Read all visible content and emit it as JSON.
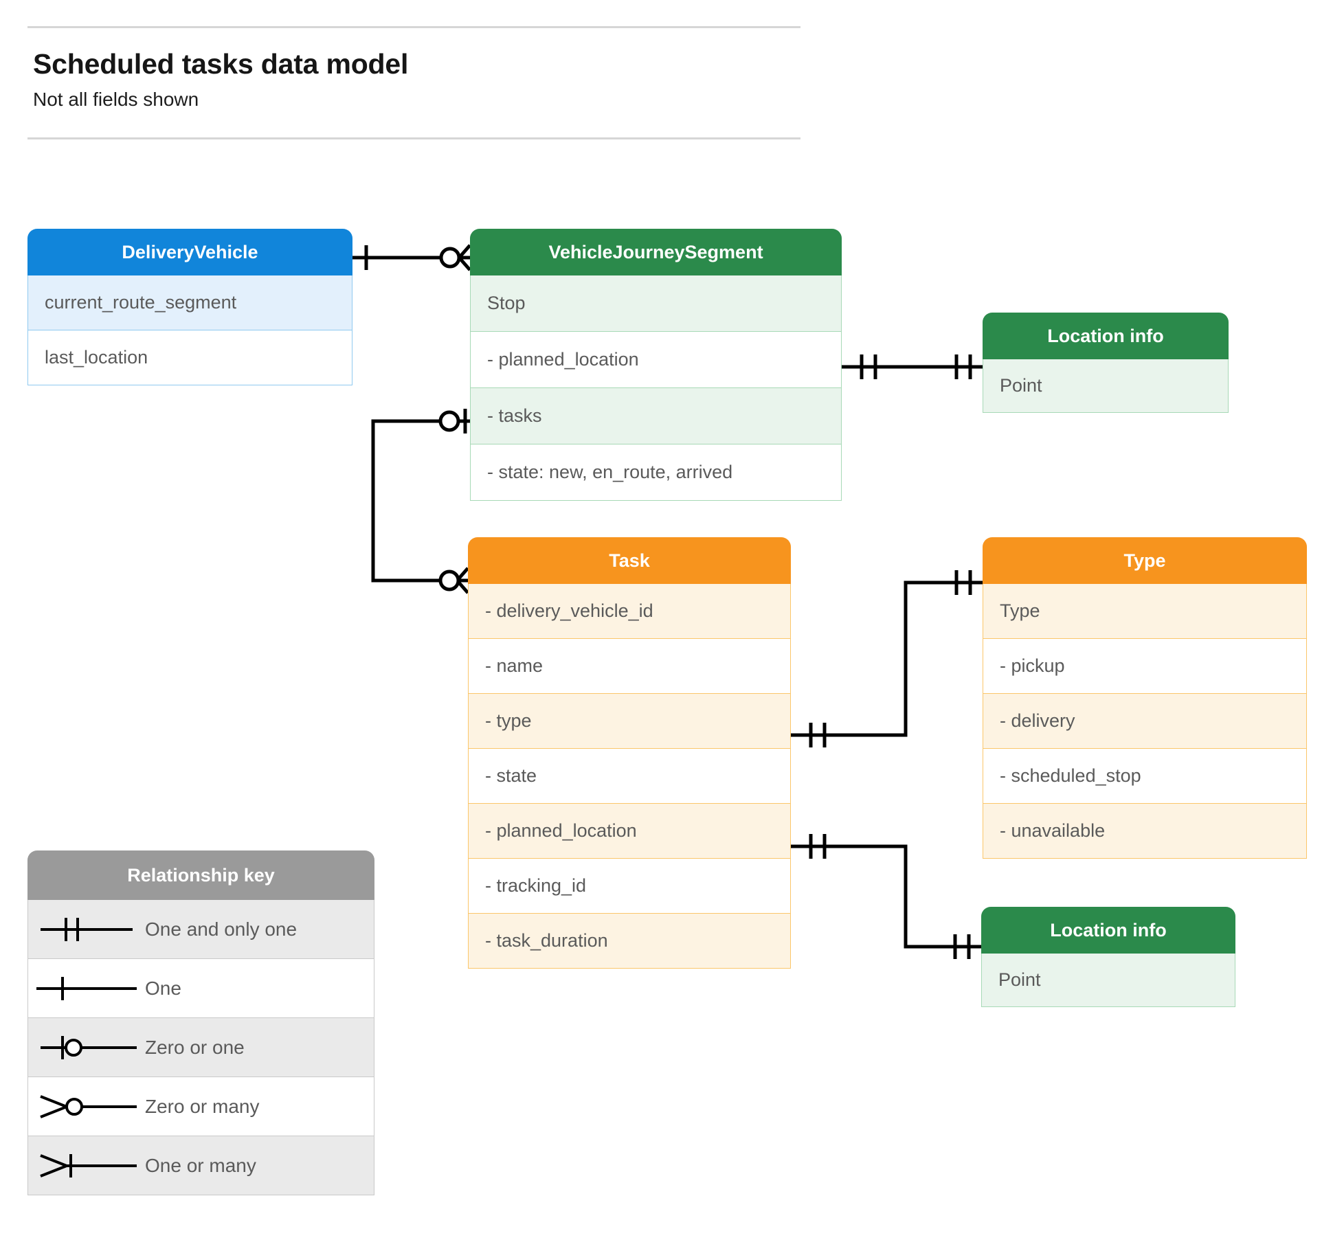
{
  "header": {
    "title": "Scheduled tasks data model",
    "subtitle": "Not all fields shown"
  },
  "entities": {
    "delivery_vehicle": {
      "title": "DeliveryVehicle",
      "color": "#1185da",
      "rows": [
        "current_route_segment",
        "last_location"
      ]
    },
    "vehicle_journey_segment": {
      "title": "VehicleJourneySegment",
      "color": "#2b8a4b",
      "rows": [
        "Stop",
        "-  planned_location",
        "- tasks",
        "- state: new, en_route, arrived"
      ]
    },
    "location_info_top": {
      "title": "Location info",
      "color": "#2b8a4b",
      "rows": [
        "Point"
      ]
    },
    "location_info_bottom": {
      "title": "Location info",
      "color": "#2b8a4b",
      "rows": [
        "Point"
      ]
    },
    "task": {
      "title": "Task",
      "color": "#f7941e",
      "rows": [
        "- delivery_vehicle_id",
        "- name",
        "- type",
        "- state",
        "- planned_location",
        "- tracking_id",
        "- task_duration"
      ]
    },
    "type": {
      "title": "Type",
      "color": "#f7941e",
      "rows": [
        "Type",
        "-   pickup",
        "-   delivery",
        "-   scheduled_stop",
        "-   unavailable"
      ]
    }
  },
  "legend": {
    "title": "Relationship key",
    "items": [
      {
        "symbol": "one-and-only-one",
        "label": "One and only one"
      },
      {
        "symbol": "one",
        "label": "One"
      },
      {
        "symbol": "zero-or-one",
        "label": "Zero or one"
      },
      {
        "symbol": "zero-or-many",
        "label": "Zero or many"
      },
      {
        "symbol": "one-or-many",
        "label": "One or many"
      }
    ]
  },
  "relationships": [
    {
      "from": "DeliveryVehicle",
      "from_cardinality": "one",
      "to": "VehicleJourneySegment",
      "to_cardinality": "zero-or-many"
    },
    {
      "from": "VehicleJourneySegment.planned_location",
      "from_cardinality": "one-and-only-one",
      "to": "Location info",
      "to_cardinality": "one-and-only-one"
    },
    {
      "from": "VehicleJourneySegment.tasks",
      "from_cardinality": "zero-or-one",
      "to": "Task",
      "to_cardinality": "zero-or-many"
    },
    {
      "from": "Task.type",
      "from_cardinality": "one-and-only-one",
      "to": "Type",
      "to_cardinality": "one-and-only-one"
    },
    {
      "from": "Task.planned_location",
      "from_cardinality": "one-and-only-one",
      "to": "Location info",
      "to_cardinality": "one-and-only-one"
    }
  ],
  "colors": {
    "blue": "#1185da",
    "blue_light": "#e3f0fc",
    "green": "#2b8a4b",
    "green_light": "#e9f4ec",
    "orange": "#f7941e",
    "orange_light": "#fdf3e2",
    "grey": "#9a9a9a",
    "grey_light": "#eaeaea",
    "line": "#000000",
    "text": "#5a5a5a"
  }
}
